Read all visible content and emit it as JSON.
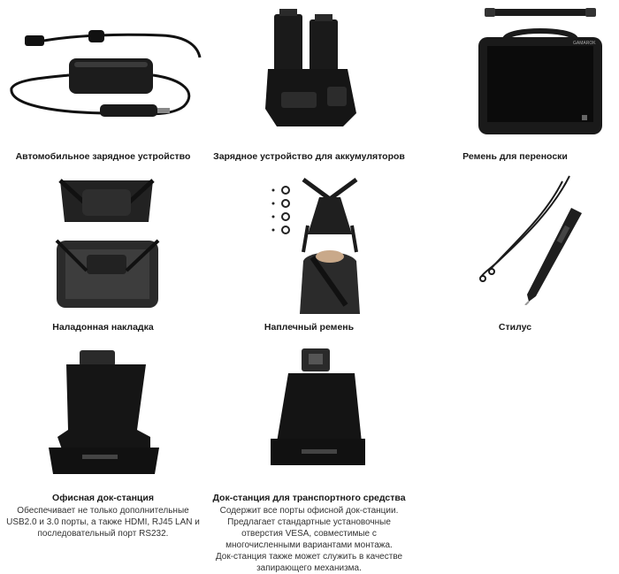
{
  "products": [
    {
      "title": "Автомобильное зарядное устройство",
      "image_icon": "car-charger-icon"
    },
    {
      "title": "Зарядное устройство для аккумуляторов",
      "image_icon": "battery-charger-icon"
    },
    {
      "title": "Ремень для переноски",
      "image_icon": "tablet-handle-strap-icon"
    },
    {
      "title": "Наладонная накладка",
      "image_icon": "hand-strap-icon"
    },
    {
      "title": "Наплечный ремень",
      "image_icon": "shoulder-strap-icon"
    },
    {
      "title": "Стилус",
      "image_icon": "stylus-icon"
    },
    {
      "title": "Офисная док-станция",
      "image_icon": "office-dock-icon",
      "description_lines": [
        "Обеспечивает не только дополнительные",
        "USB2.0 и 3.0 порты, а также HDMI, RJ45 LAN и",
        "последовательный порт RS232."
      ]
    },
    {
      "title": "Док-станция для транспортного средства",
      "image_icon": "vehicle-dock-icon",
      "description_lines": [
        "Содержит все порты офисной док-станции.",
        "Предлагает стандартные установочные",
        "отверстия VESA, совместимые с",
        "многочисленными вариантами монтажа.",
        "Док-станция также может служить в качестве",
        "запирающего механизма."
      ]
    }
  ]
}
